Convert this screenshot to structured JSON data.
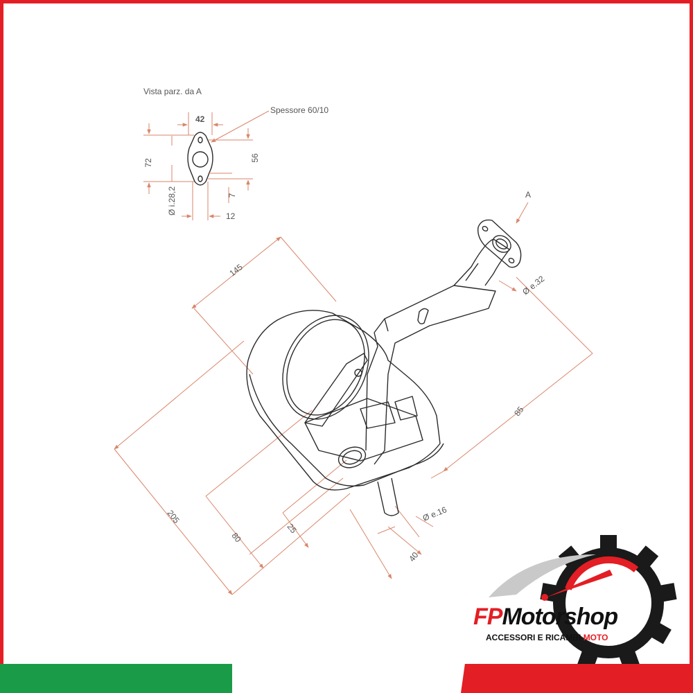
{
  "diagram": {
    "view_label": "Vista parz. da A",
    "thickness_label": "Spessore 60/10",
    "arrow_label": "A",
    "dimensions": {
      "d42": "42",
      "d72": "72",
      "d56": "56",
      "d_i282": "Ø i.28,2",
      "d7": "7",
      "d12": "12",
      "d145": "145",
      "d_e32": "Ø e.32",
      "d85": "85",
      "d205": "205",
      "d80": "80",
      "d25": "25",
      "d_e16": "Ø e.16",
      "d40": "40"
    }
  },
  "brand": {
    "name_fp": "FP",
    "name_motorshop": "Motorshop",
    "tagline_main": "ACCESSORI E RICAMBI ",
    "tagline_accent": "MOTO"
  },
  "colors": {
    "border": "#e31e24",
    "dimension_lines": "#d9866a",
    "part_outline": "#2b2b2b",
    "flag_green": "#1a9b48",
    "flag_white": "#ffffff",
    "flag_red": "#e31e24"
  }
}
